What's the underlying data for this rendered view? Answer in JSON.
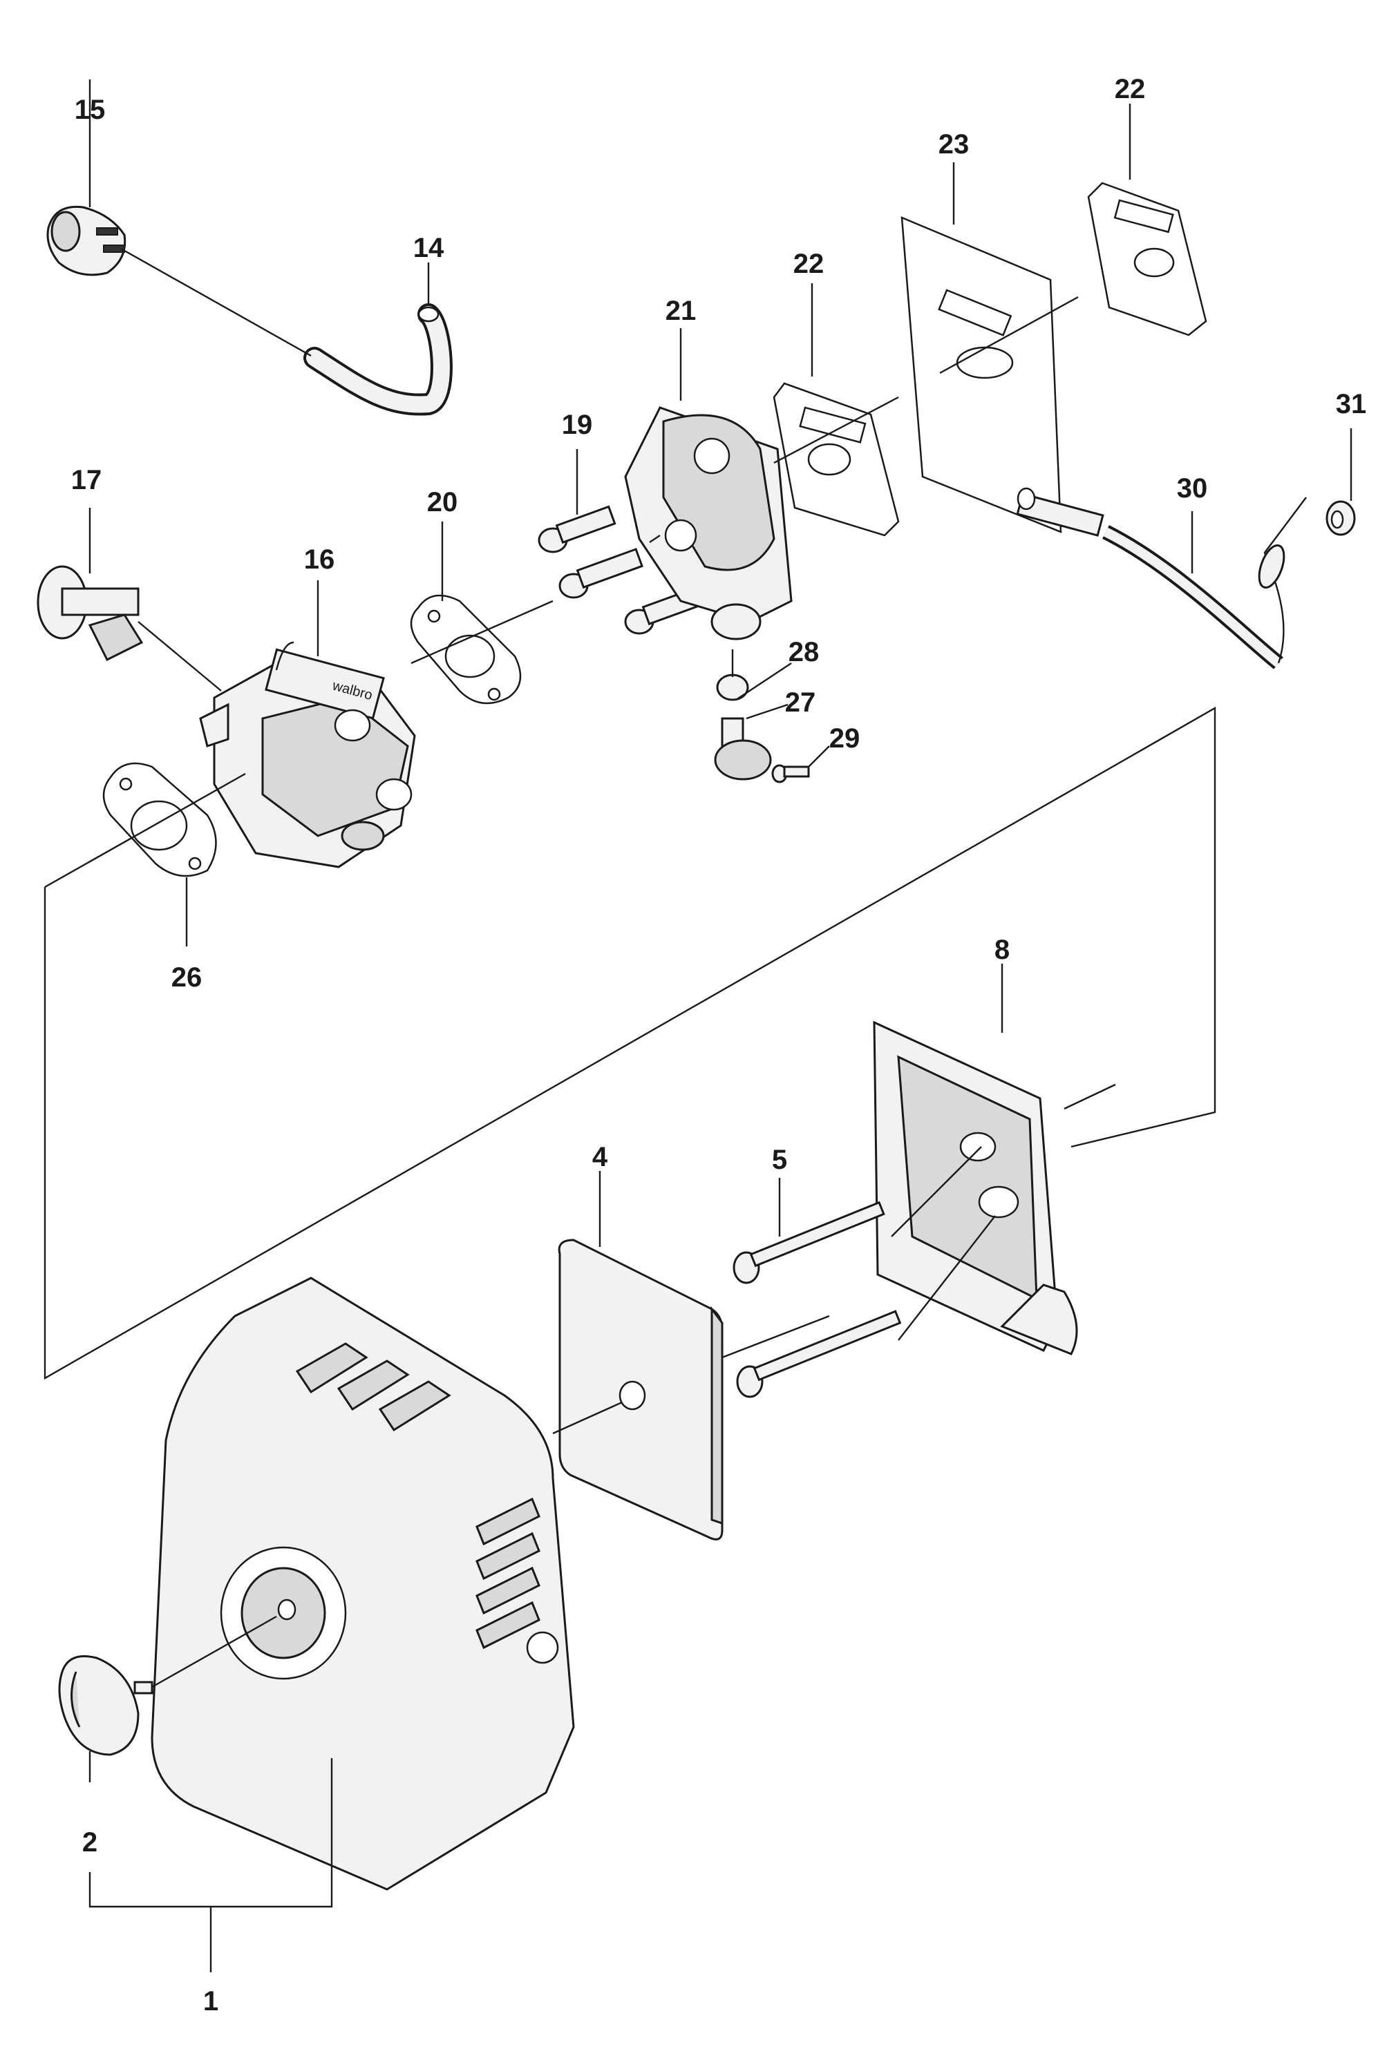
{
  "callouts": {
    "c1": "1",
    "c2": "2",
    "c4": "4",
    "c5": "5",
    "c8": "8",
    "c14": "14",
    "c15": "15",
    "c16": "16",
    "c17": "17",
    "c19": "19",
    "c20": "20",
    "c21": "21",
    "c22a": "22",
    "c22b": "22",
    "c23": "23",
    "c26": "26",
    "c27": "27",
    "c28": "28",
    "c29": "29",
    "c30": "30",
    "c31": "31"
  },
  "carburetor_brand": "walbro"
}
